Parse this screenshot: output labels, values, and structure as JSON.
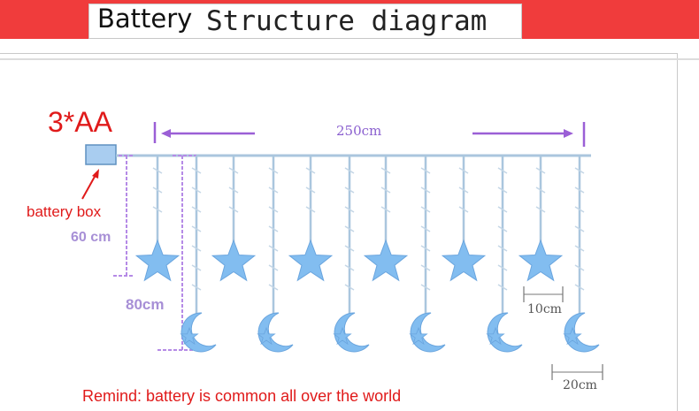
{
  "header": {
    "title_1": "Battery",
    "title_2": "Structure diagram"
  },
  "labels": {
    "battery_count": "3*AA",
    "battery_box": "battery box",
    "short_drop": "60 cm",
    "long_drop": "80cm",
    "total_width": "250cm",
    "small_gap": "10cm",
    "large_gap": "20cm",
    "remind": "Remind: battery is common all over the world"
  },
  "colors": {
    "banner": "#f03c3c",
    "ornament_fill": "#82bdf0",
    "wire": "#aac6de",
    "dimension": "#9b5fd6",
    "annotation": "#e01a1a"
  },
  "icons": {
    "star": "star-icon",
    "moon": "crescent-moon-icon",
    "battery_box": "battery-box-icon"
  }
}
